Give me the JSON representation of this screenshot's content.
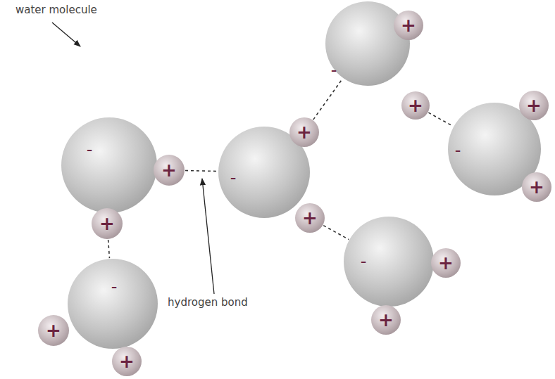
{
  "diagram": {
    "nodes": [
      {
        "text": [
          "-"
        ]
      },
      {
        "text": [
          "+"
        ]
      },
      {
        "text": [
          "+"
        ]
      },
      {
        "text": [
          "-"
        ]
      },
      {
        "text": [
          "+"
        ]
      },
      {
        "text": [
          "+"
        ]
      },
      {
        "text": [
          "-"
        ]
      },
      {
        "text": [
          "+"
        ]
      },
      {
        "text": [
          "+"
        ]
      },
      {
        "text": [
          "-"
        ]
      },
      {
        "text": [
          "+"
        ]
      },
      {
        "text": [
          "+"
        ]
      },
      {
        "text": [
          "-"
        ]
      },
      {
        "text": [
          "+"
        ]
      },
      {
        "text": [
          "+"
        ]
      },
      {
        "text": [
          "-"
        ]
      },
      {
        "text": [
          "+"
        ]
      },
      {
        "text": [
          "+"
        ]
      }
    ],
    "edges": [
      {
        "from": 1,
        "to": 6,
        "arrow": "none"
      },
      {
        "from": 2,
        "to": 3,
        "arrow": "none"
      },
      {
        "from": 7,
        "to": 9,
        "arrow": "none"
      },
      {
        "from": 11,
        "to": 15,
        "arrow": "none"
      },
      {
        "from": 8,
        "to": 12,
        "arrow": "none"
      }
    ],
    "labels": [
      "water molecule",
      "hydrogen bond"
    ]
  }
}
